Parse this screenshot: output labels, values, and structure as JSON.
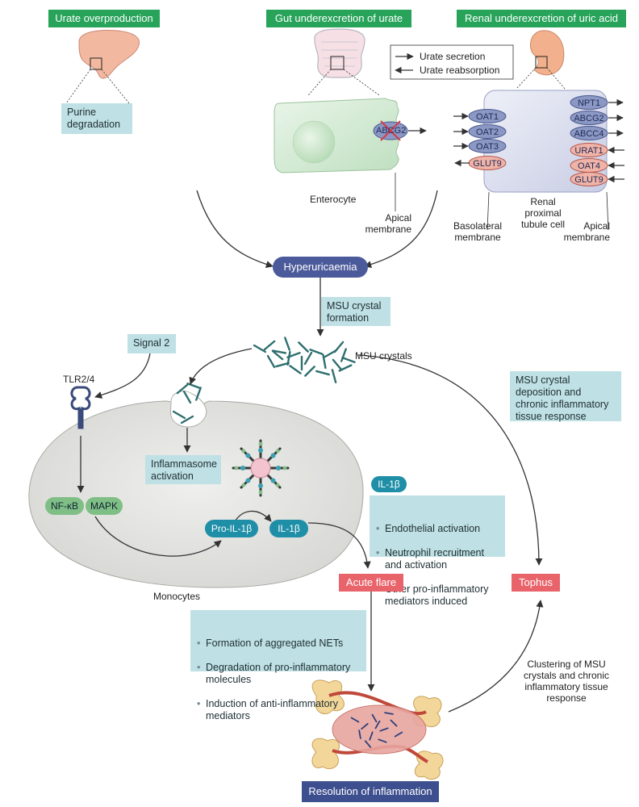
{
  "headers": {
    "urate_overproduction": "Urate overproduction",
    "gut_underexcretion": "Gut underexcretion of urate",
    "renal_underexcretion": "Renal underexcretion of uric acid"
  },
  "purine_degradation": "Purine degradation",
  "legend": {
    "secretion": "Urate secretion",
    "reabsorption": "Urate reabsorption"
  },
  "enterocyte": {
    "transporter": "ABCG2",
    "cell_label": "Enterocyte",
    "membrane_label": "Apical membrane"
  },
  "renal": {
    "left_transporters": [
      "OAT1",
      "OAT2",
      "OAT3",
      "GLUT9"
    ],
    "right_transporters": [
      "NPT1",
      "ABCG2",
      "ABCC4",
      "URAT1",
      "OAT4",
      "GLUT9"
    ],
    "cell_label": "Renal proximal tubule cell",
    "basolateral_label": "Basolateral membrane",
    "apical_label": "Apical membrane"
  },
  "hyperuricaemia": "Hyperuricaemia",
  "msu_formation": "MSU crystal formation",
  "msu_crystals": "MSU crystals",
  "signal2": "Signal 2",
  "tlr": "TLR2/4",
  "nfkb": "NF-κB",
  "mapk": "MAPK",
  "inflammasome": "Inflammasome activation",
  "pro_il1b": "Pro-IL-1β",
  "il1b": "IL-1β",
  "monocytes": "Monocytes",
  "il1b_effects": {
    "badge": "IL-1β",
    "items": [
      "Endothelial activation",
      "Neutrophil recruitment and activation",
      "Other pro-inflammatory mediators induced"
    ]
  },
  "deposition": "MSU crystal deposition and chronic inflammatory tissue response",
  "acute_flare": "Acute flare",
  "tophus": "Tophus",
  "nets": {
    "items": [
      "Formation of aggregated NETs",
      "Degradation of pro-inflammatory molecules",
      "Induction of anti-inflammatory mediators"
    ]
  },
  "clustering": "Clustering of MSU crystals and chronic inflammatory tissue response",
  "resolution": "Resolution of inflammation",
  "colors": {
    "header_green": "#27a35a",
    "teal_box": "#bfe0e4",
    "red_box": "#e9636b",
    "navy": "#3e4f8f",
    "crystal": "#2e6e6e",
    "cell_gray": "#e4e4e2"
  }
}
